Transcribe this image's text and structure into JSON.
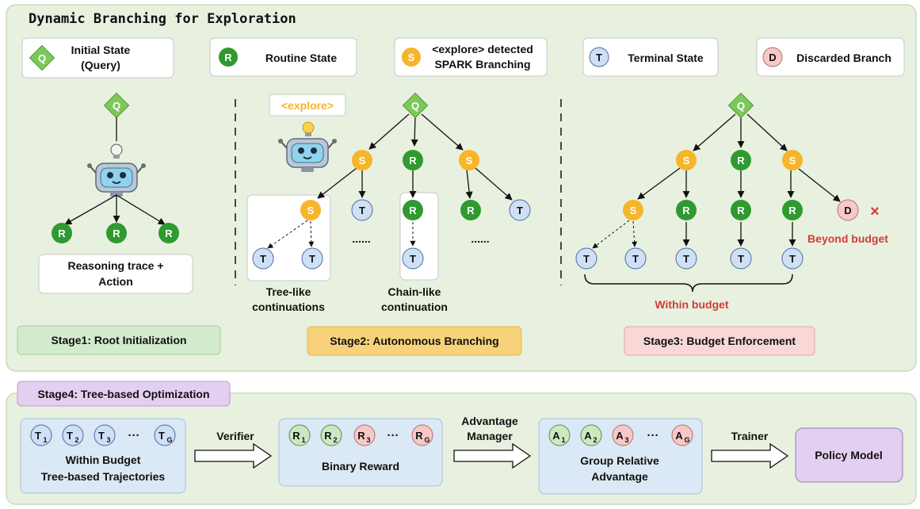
{
  "title": "Dynamic Branching for Exploration",
  "legend": {
    "initial_node": "Q",
    "initial_line1": "Initial State",
    "initial_line2": "(Query)",
    "routine_node": "R",
    "routine": "Routine State",
    "spark_node": "S",
    "spark_line1": "<explore> detected",
    "spark_line2": "SPARK Branching",
    "terminal_node": "T",
    "terminal": "Terminal State",
    "discard_node": "D",
    "discard": "Discarded Branch"
  },
  "stage1": {
    "label": "Stage1: Root Initialization",
    "trace_line1": "Reasoning trace +",
    "trace_line2": "Action",
    "root": "Q",
    "children": [
      "R",
      "R",
      "R"
    ]
  },
  "stage2": {
    "label": "Stage2: Autonomous Branching",
    "explore_tag": "<explore>",
    "tree_line1": "Tree-like",
    "tree_line2": "continuations",
    "chain_line1": "Chain-like",
    "chain_line2": "continuation",
    "dots": "......"
  },
  "stage3": {
    "label": "Stage3: Budget Enforcement",
    "within": "Within budget",
    "beyond": "Beyond budget",
    "cross": "×"
  },
  "stage4": {
    "label": "Stage4: Tree-based Optimization",
    "traj_nodes": [
      {
        "base": "T",
        "sub": "1"
      },
      {
        "base": "T",
        "sub": "2"
      },
      {
        "base": "T",
        "sub": "3"
      },
      {
        "base": "T",
        "sub": "G"
      }
    ],
    "traj_line1": "Within Budget",
    "traj_line2": "Tree-based Trajectories",
    "verifier": "Verifier",
    "reward_nodes": [
      {
        "base": "R",
        "sub": "1"
      },
      {
        "base": "R",
        "sub": "2"
      },
      {
        "base": "R",
        "sub": "3"
      },
      {
        "base": "R",
        "sub": "G"
      }
    ],
    "reward_label": "Binary Reward",
    "manager_line1": "Advantage",
    "manager_line2": "Manager",
    "adv_nodes": [
      {
        "base": "A",
        "sub": "1"
      },
      {
        "base": "A",
        "sub": "2"
      },
      {
        "base": "A",
        "sub": "3"
      },
      {
        "base": "A",
        "sub": "G"
      }
    ],
    "adv_line1": "Group Relative",
    "adv_line2": "Advantage",
    "trainer": "Trainer",
    "policy": "Policy Model",
    "ellipsis": "···"
  },
  "colors": {
    "panel_bg": "#e8f1df",
    "panel_border": "#c9dcb8",
    "green_node": "#2f9a2f",
    "green_q": "#7cc95a",
    "yellow_node": "#f6b52a",
    "blue_node": "#cfe0f6",
    "pink_node": "#f6c8c8",
    "red_text": "#d63a3a",
    "stage1_bg": "#d3ebcd",
    "stage2_bg": "#f8d27a",
    "stage3_bg": "#f9d7d7",
    "stage4_bg": "#e3cff0",
    "box_bg": "#dbe8f5",
    "green_light": "#cbe8c0"
  }
}
